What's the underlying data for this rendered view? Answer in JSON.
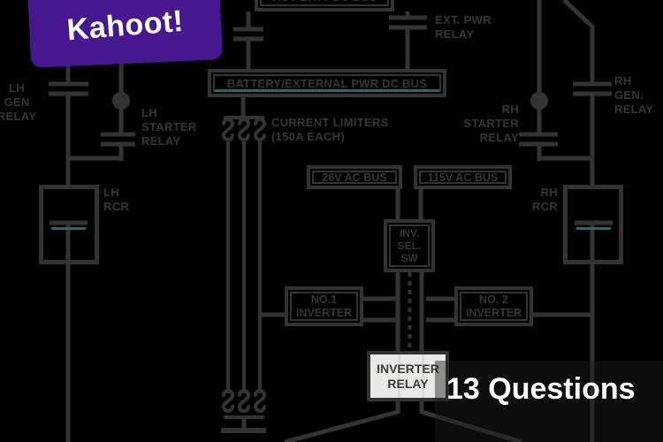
{
  "colors": {
    "bg": "#000000",
    "line": "#333333",
    "label": "#363636",
    "kahoot_purple": "#46178f",
    "white": "#ffffff",
    "teal": "#15706e",
    "relay_fill": "#e9e9e8",
    "scrim": "rgba(28,28,28,0.45)"
  },
  "logo": {
    "text": "Kahoot!"
  },
  "cover": {
    "questions_count": "13 Questions"
  },
  "diagram": {
    "buses": {
      "hot_batt": "HOT BATT DC BUS",
      "battery_external": "BATTERY/EXTERNAL PWR DC BUS",
      "ac_26v": "26V AC BUS",
      "ac_115v": "115V AC BUS"
    },
    "labels": {
      "lh_gen_relay": [
        "LH",
        "GEN",
        "RELAY"
      ],
      "lh_starter_relay": [
        "LH",
        "STARTER",
        "RELAY"
      ],
      "rh_starter_relay": [
        "RH",
        "STARTER",
        "RELAY"
      ],
      "rh_gen_relay": [
        "RH",
        "GEN.",
        "RELAY"
      ],
      "ext_pwr_relay": [
        "EXT. PWR",
        "RELAY"
      ],
      "current_limiters": [
        "CURRENT LIMITERS",
        "(150A EACH)"
      ],
      "lh_rcr": [
        "LH",
        "RCR"
      ],
      "rh_rcr": [
        "RH",
        "RCR"
      ],
      "inv_sel_sw": [
        "INV.",
        "SEL.",
        "SW"
      ],
      "no1_inverter": [
        "NO.1",
        "INVERTER"
      ],
      "no2_inverter": [
        "NO. 2",
        "INVERTER"
      ],
      "inverter_relay": [
        "INVERTER",
        "RELAY"
      ]
    }
  }
}
